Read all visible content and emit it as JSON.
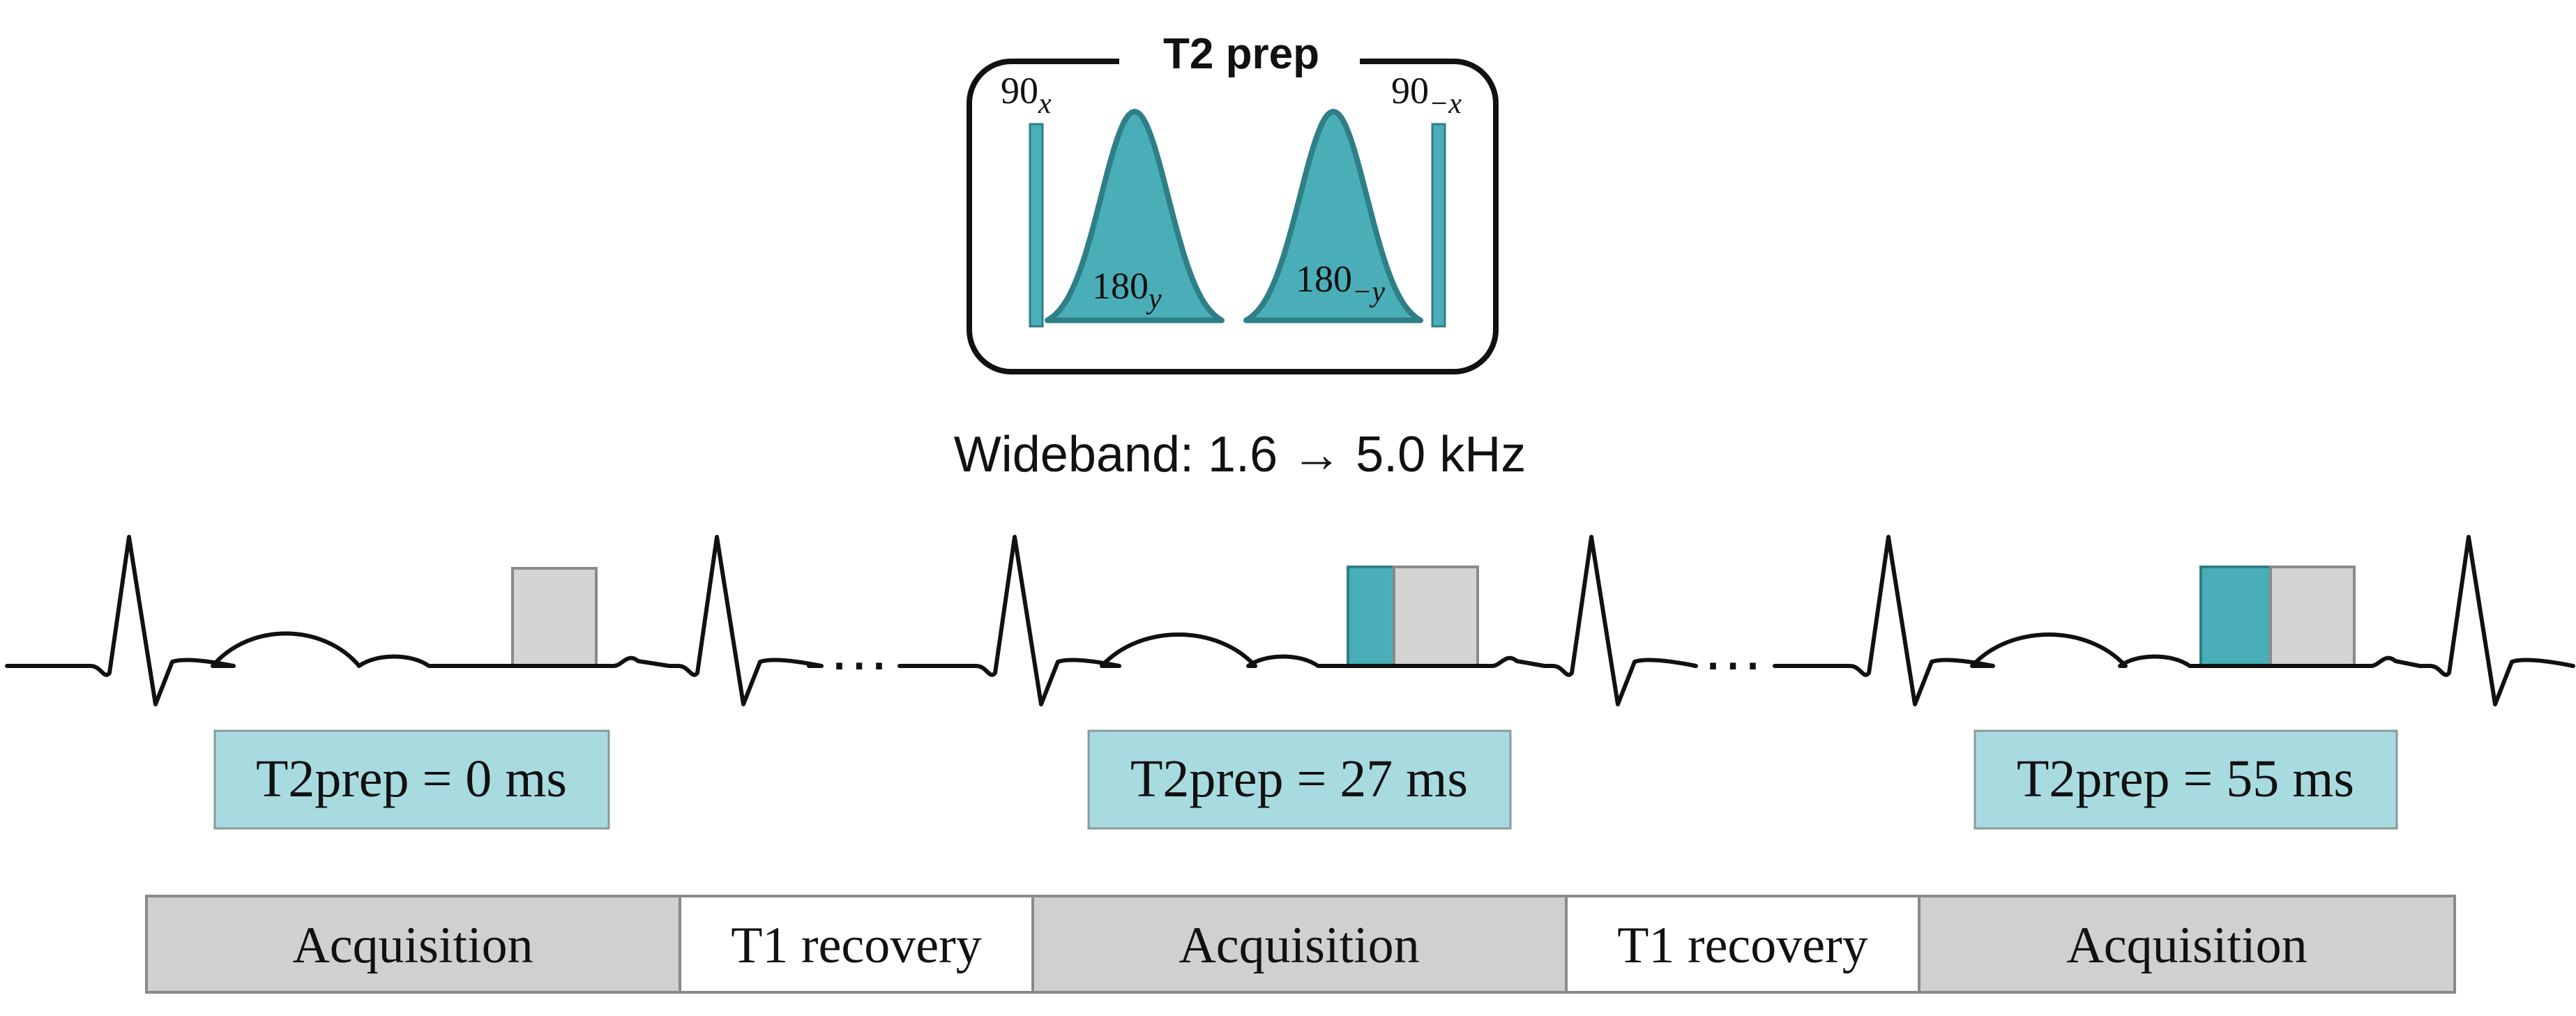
{
  "t2prep_box": {
    "title": "T2 prep",
    "pulse_90x": {
      "base": "90",
      "sub": "x"
    },
    "pulse_90mx": {
      "base": "90",
      "sub": "−x"
    },
    "pulse_180y": {
      "base": "180",
      "sub": "y"
    },
    "pulse_180my": {
      "base": "180",
      "sub": "−y"
    }
  },
  "wideband_label": "Wideband: 1.6 → 5.0 kHz",
  "ellipsis": "…",
  "t2prep_labels": [
    "T2prep = 0 ms",
    "T2prep = 27 ms",
    "T2prep = 55 ms"
  ],
  "timeline": [
    "Acquisition",
    "T1 recovery",
    "Acquisition",
    "T1 recovery",
    "Acquisition"
  ],
  "colors": {
    "pulse_teal": "#4aaeb8",
    "pulse_edge": "#2e7f86",
    "label_teal": "#a8dbe0",
    "readout_gray": "#d4d4d4",
    "acq_gray": "#d0d0d0",
    "line": "#111111"
  }
}
